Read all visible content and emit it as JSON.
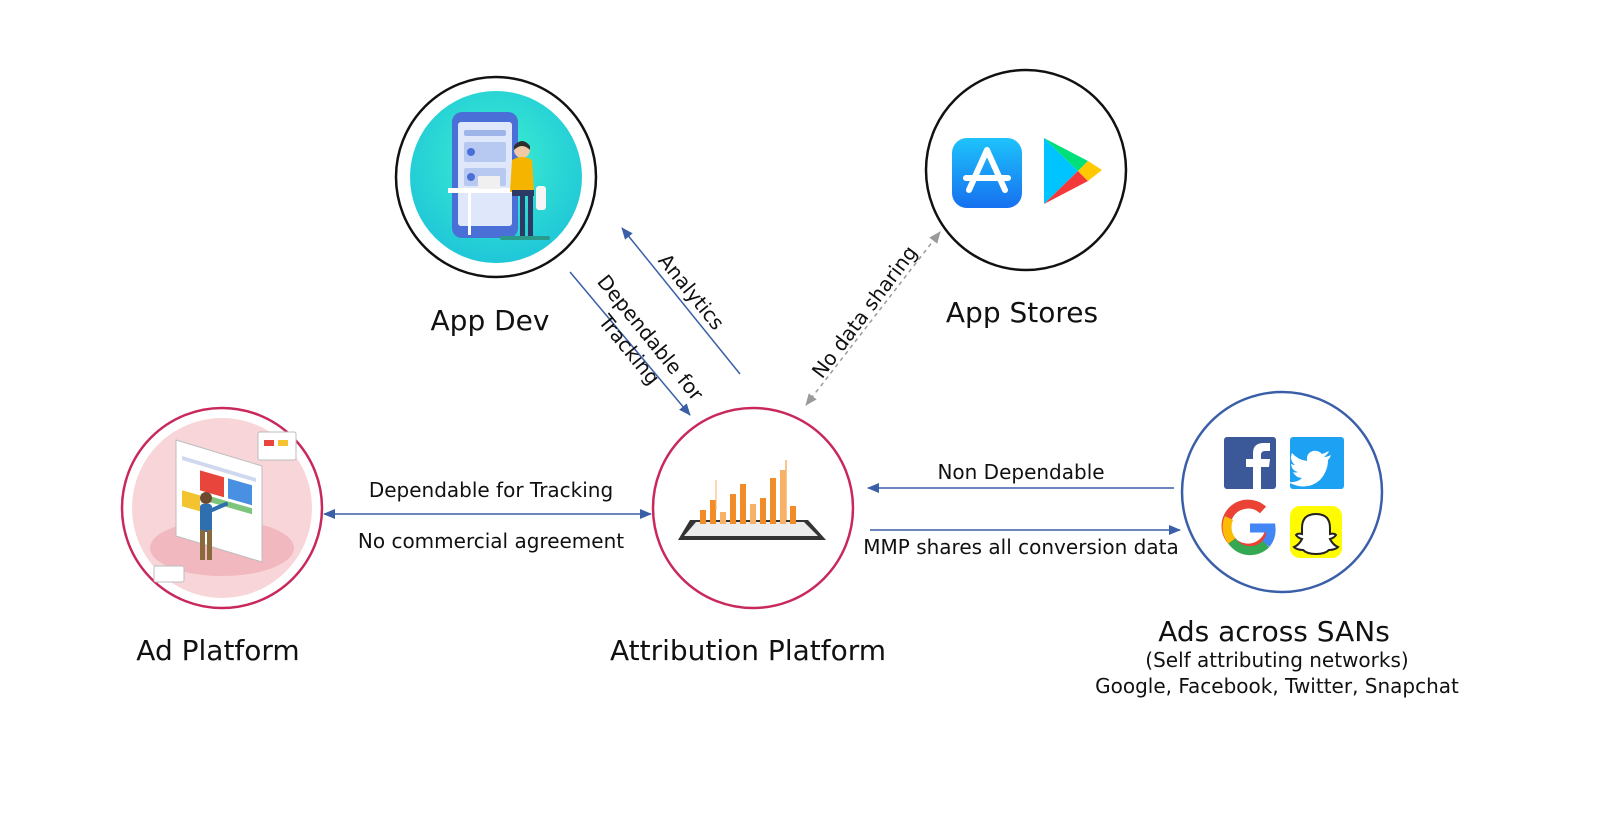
{
  "nodes": {
    "app_dev": {
      "label": "App Dev"
    },
    "app_stores": {
      "label": "App Stores"
    },
    "ad_platform": {
      "label": "Ad Platform"
    },
    "attribution_platform": {
      "label": "Attribution Platform"
    },
    "sans": {
      "label": "Ads across SANs",
      "sublabel": "(Self attributing networks)",
      "networks": "Google, Facebook, Twitter, Snapchat"
    }
  },
  "edges": {
    "analytics": {
      "label": "Analytics"
    },
    "dev_tracking": {
      "line1": "Dependable for",
      "line2": "Tracking"
    },
    "no_data_sharing": {
      "label": "No data sharing",
      "color": "#e8231f"
    },
    "ad_tracking": {
      "label": "Dependable for Tracking"
    },
    "ad_agreement": {
      "label": "No commercial agreement"
    },
    "non_dependable": {
      "label": "Non Dependable"
    },
    "mmp_shares": {
      "label": "MMP shares all conversion data"
    }
  },
  "colors": {
    "arrow": "#3a5fa8",
    "dashed_arrow": "#9a9a9a",
    "pink_ring": "#c8285a",
    "blue_ring": "#3a5fa8",
    "dark_ring": "#111111"
  },
  "icons": [
    "developer-illustration-icon",
    "app-store-icon",
    "google-play-icon",
    "ad-billboard-illustration-icon",
    "tablet-chart-icon",
    "facebook-icon",
    "twitter-icon",
    "google-icon",
    "snapchat-icon"
  ]
}
